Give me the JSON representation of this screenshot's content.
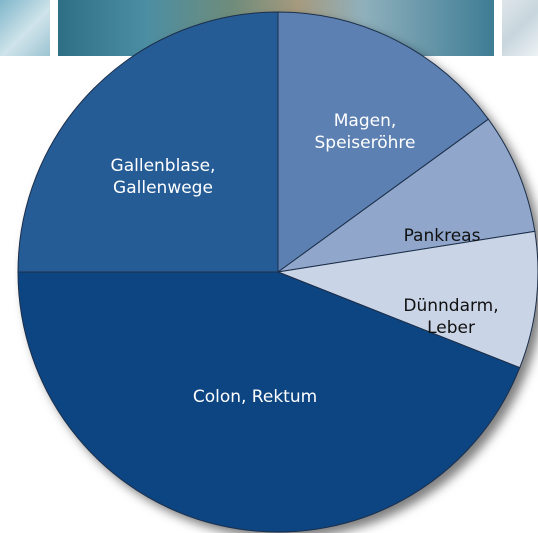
{
  "chart_data": {
    "type": "pie",
    "slices": [
      {
        "label": [
          "Magen,",
          "Speiseröhre"
        ],
        "value": 15,
        "color": "#5b80b2",
        "text_color": "#ffffff"
      },
      {
        "label": [
          "Pankreas"
        ],
        "value": 7.5,
        "color": "#90a7cb",
        "text_color": "#111111"
      },
      {
        "label": [
          "Dünndarm,",
          "Leber"
        ],
        "value": 8.5,
        "color": "#c9d4e6",
        "text_color": "#111111"
      },
      {
        "label": [
          "Colon, Rektum"
        ],
        "value": 44,
        "color": "#0d4582",
        "text_color": "#ffffff"
      },
      {
        "label": [
          "Gallenblase,",
          "Gallenwege"
        ],
        "value": 25,
        "color": "#255c96",
        "text_color": "#ffffff"
      }
    ],
    "start_angle_deg": -90,
    "title": "",
    "legend": "none"
  }
}
